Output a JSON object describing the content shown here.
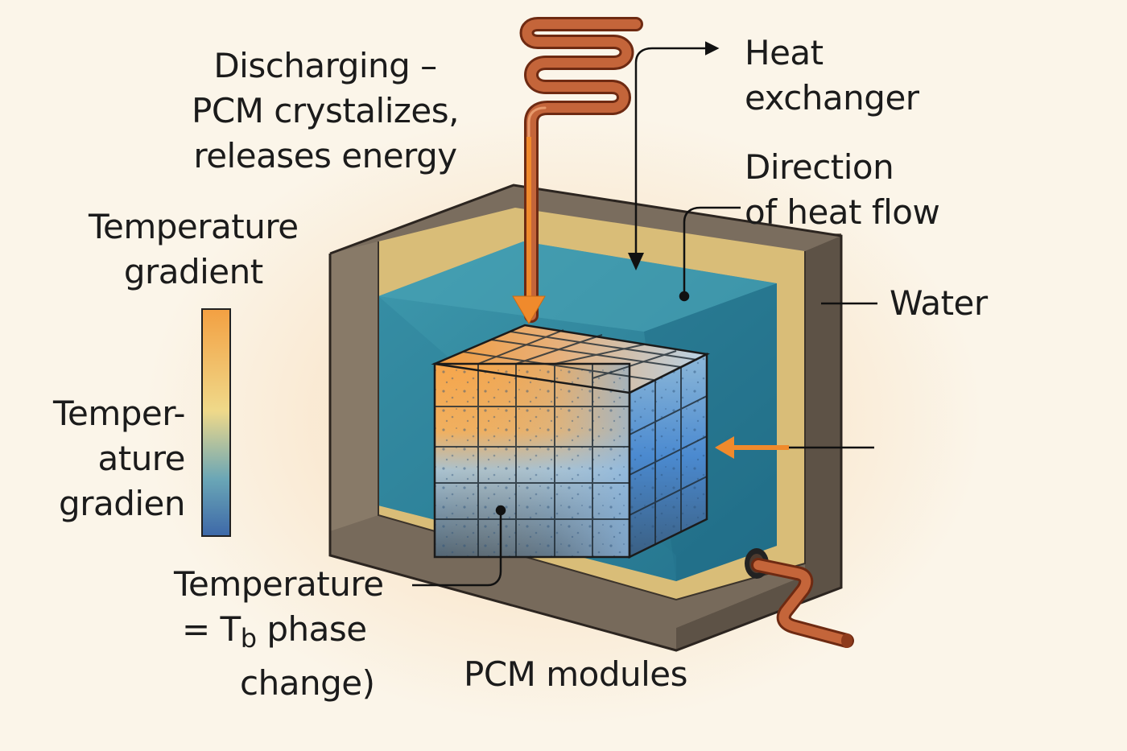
{
  "labels": {
    "discharging": [
      "Discharging –",
      "PCM crystalizes,",
      "releases energy"
    ],
    "heat_exchanger": [
      "Heat",
      "exchanger"
    ],
    "direction": [
      "Direction",
      "of heat flow"
    ],
    "water": "Water",
    "gradient_top": [
      "Temperature",
      "gradient"
    ],
    "gradient_side": [
      "Temper-",
      "ature",
      "gradien"
    ],
    "temp_eq": {
      "line1": "Temperature",
      "line2_prefix": "= T",
      "line2_sub": "b",
      "line2_suffix": " phase",
      "line3": "change)"
    },
    "pcm_modules": "PCM modules"
  },
  "colors": {
    "background": "#fbf5e9",
    "wall": "#7b6e5f",
    "insulation": "#dcc07a",
    "water": "#2f8aa3",
    "pipe": "#b8532d",
    "arrow": "#f08a2c",
    "hot": "#f3a042",
    "cold": "#4d86c4"
  }
}
